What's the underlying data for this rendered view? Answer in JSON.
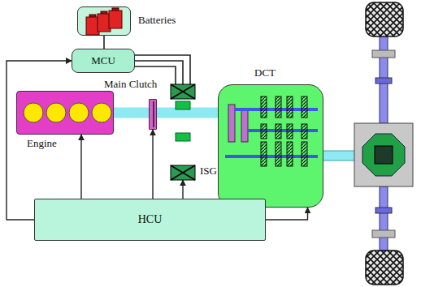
{
  "diagram": {
    "nodes": [
      {
        "text": [
          "Batteries"
        ]
      },
      {
        "text": [
          "MCU"
        ]
      },
      {
        "text": [
          "Main Clutch"
        ]
      },
      {
        "text": [
          "Engine"
        ]
      },
      {
        "text": [
          "ISG"
        ]
      },
      {
        "text": [
          "DCT"
        ]
      },
      {
        "text": [
          "HCU"
        ]
      }
    ],
    "edges": [
      {
        "from": 0,
        "to": 1,
        "arrow": "none"
      },
      {
        "from": 1,
        "to": 4,
        "arrow": "none"
      },
      {
        "from": 6,
        "to": 1,
        "arrow": "to"
      },
      {
        "from": 6,
        "to": 3,
        "arrow": "to"
      },
      {
        "from": 6,
        "to": 2,
        "arrow": "to"
      },
      {
        "from": 6,
        "to": 4,
        "arrow": "to"
      },
      {
        "from": 6,
        "to": 5,
        "arrow": "to"
      },
      {
        "from": 3,
        "to": 2,
        "arrow": "none"
      },
      {
        "from": 2,
        "to": 5,
        "arrow": "none"
      }
    ]
  }
}
